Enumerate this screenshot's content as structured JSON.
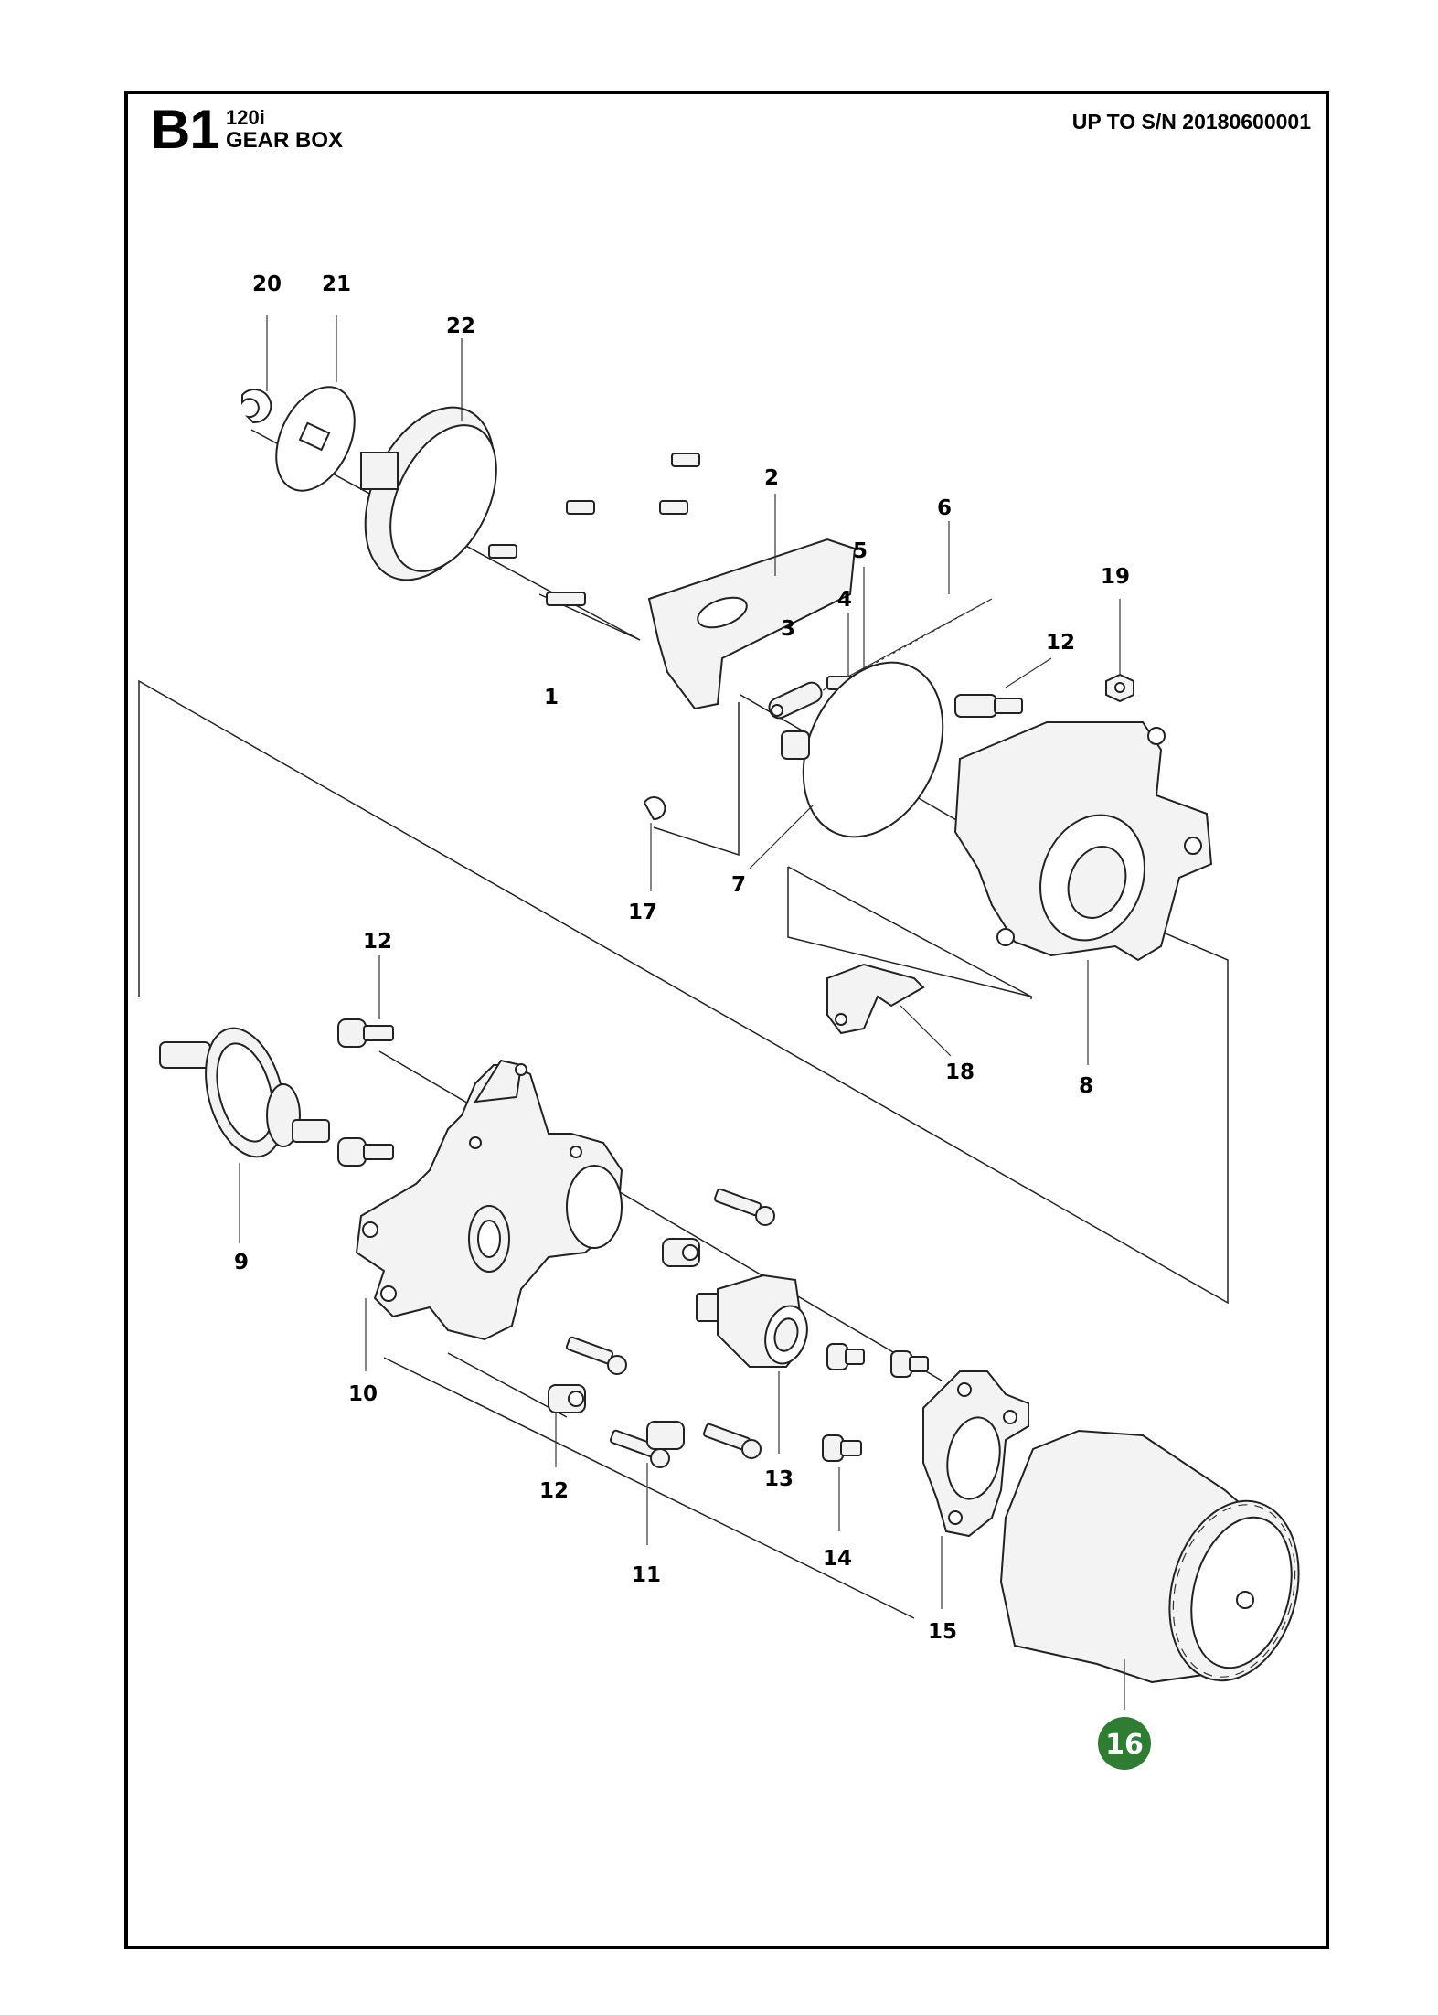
{
  "header": {
    "section": "B1",
    "model": "120i",
    "title": "GEAR BOX",
    "serial": "UP TO S/N 20180600001"
  },
  "callouts": [
    "1",
    "2",
    "3",
    "4",
    "5",
    "6",
    "7",
    "8",
    "9",
    "10",
    "11",
    "12",
    "12",
    "12",
    "13",
    "14",
    "15",
    "16",
    "17",
    "18",
    "19",
    "20",
    "21",
    "22"
  ],
  "highlight": {
    "label": "16",
    "color": "#2e7d32"
  }
}
